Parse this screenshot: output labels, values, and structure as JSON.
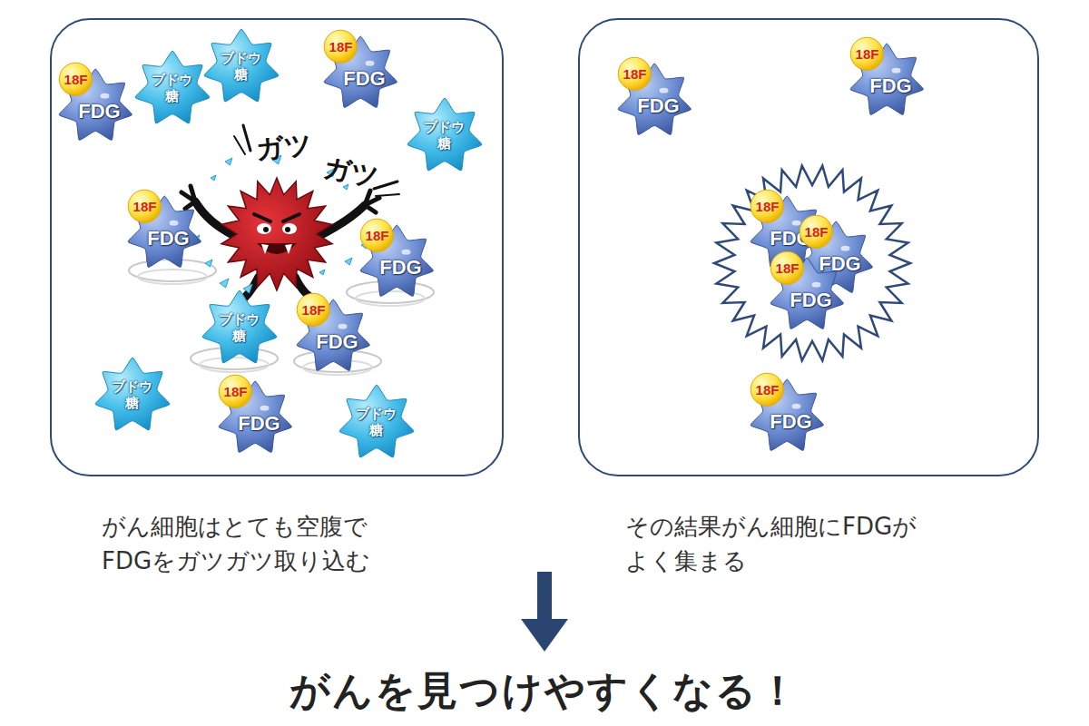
{
  "diagram": {
    "title": "がんを見つけやすくなる！",
    "nodes": [
      {
        "text": [
          "がん細胞はとても空腹で FDGをガツガツ取り込む"
        ]
      },
      {
        "text": [
          "18F",
          "FDG"
        ],
        "in": 0
      },
      {
        "text": [
          "ブドウ糖"
        ],
        "in": 0
      },
      {
        "text": [
          "ブドウ糖"
        ],
        "in": 0
      },
      {
        "text": [
          "18F",
          "FDG"
        ],
        "in": 0
      },
      {
        "text": [
          "ブドウ糖"
        ],
        "in": 0
      },
      {
        "text": [
          "18F",
          "FDG"
        ],
        "in": 0
      },
      {
        "text": [
          "18F",
          "FDG"
        ],
        "in": 0
      },
      {
        "text": [
          "ブドウ糖"
        ],
        "in": 0
      },
      {
        "text": [
          "18F",
          "FDG"
        ],
        "in": 0
      },
      {
        "text": [
          "ブドウ糖"
        ],
        "in": 0
      },
      {
        "text": [
          "18F",
          "FDG"
        ],
        "in": 0
      },
      {
        "text": [
          "ブドウ糖"
        ],
        "in": 0
      },
      {
        "text": [
          "その結果がん細胞にFDGが よく集まる"
        ]
      },
      {
        "text": [
          "18F",
          "FDG"
        ],
        "in": 13
      },
      {
        "text": [
          "18F",
          "FDG"
        ],
        "in": 13
      },
      {
        "text": [
          "18F",
          "FDG"
        ],
        "in": 13
      },
      {
        "text": [
          "18F",
          "FDG"
        ],
        "in": 13
      },
      {
        "text": [
          "18F",
          "FDG"
        ],
        "in": 13
      },
      {
        "text": [
          "18F",
          "FDG"
        ],
        "in": 13
      }
    ],
    "labels": [
      "ガツ",
      "ガツ"
    ]
  }
}
